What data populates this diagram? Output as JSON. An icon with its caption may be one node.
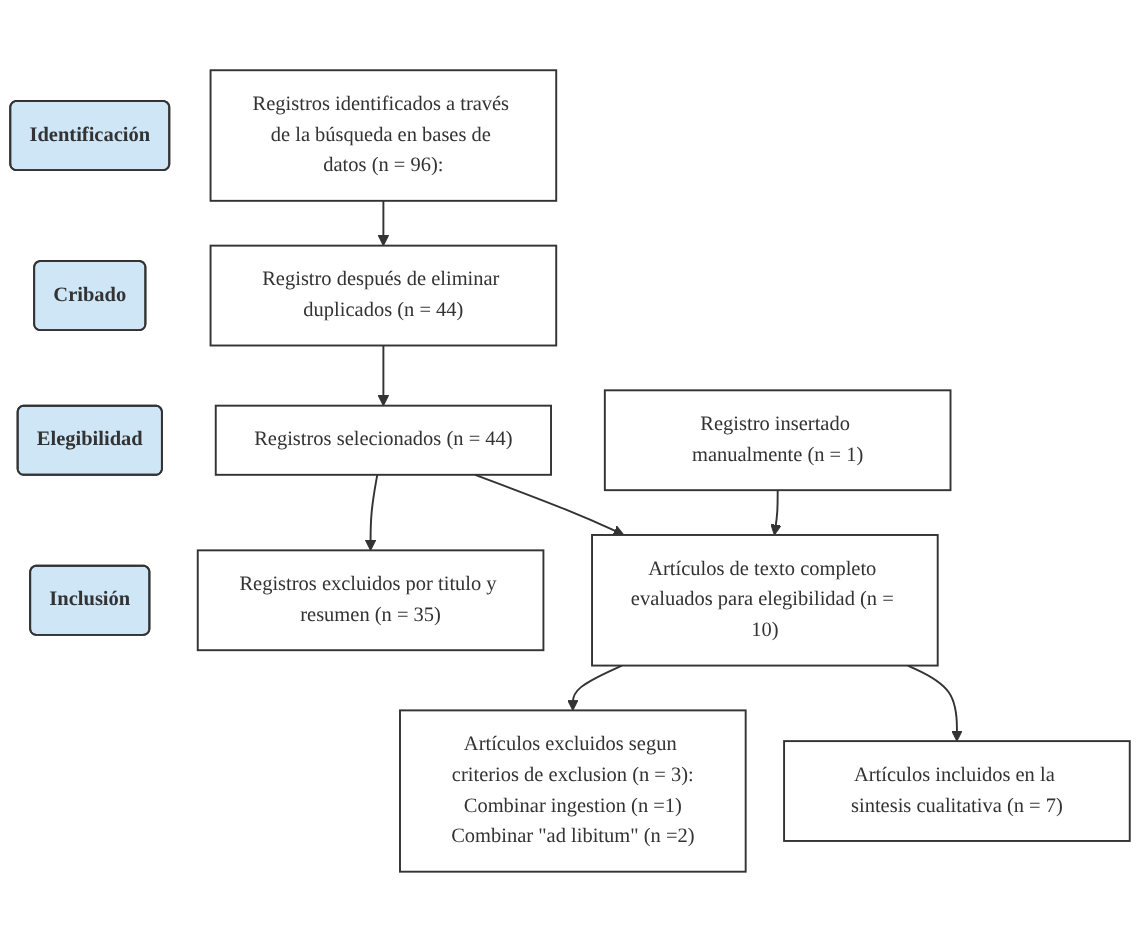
{
  "diagram": {
    "nodes": [
      {
        "text": [
          "Identificación"
        ]
      },
      {
        "text": [
          "Cribado"
        ]
      },
      {
        "text": [
          "Elegibilidad"
        ]
      },
      {
        "text": [
          "Inclusión"
        ]
      },
      {
        "text": [
          "Registros identificados a través de la búsqueda en bases de datos (n = 96):"
        ]
      },
      {
        "text": [
          "Registro después de eliminar duplicados (n = 44)"
        ]
      },
      {
        "text": [
          "Registros selecionados (n = 44)"
        ]
      },
      {
        "text": [
          "Registros excluidos por titulo y resumen (n = 35)"
        ]
      },
      {
        "text": [
          "Registro insertado manualmente (n = 1)"
        ]
      },
      {
        "text": [
          "Artículos de texto completo evaluados para elegibilidad (n = 10)"
        ]
      },
      {
        "text": [
          "Artículos excluidos segun criterios de exclusion (n = 3):",
          "Combinar ingestion (n =1)",
          "Combinar \"ad libitum\" (n =2)"
        ]
      },
      {
        "text": [
          "Artículos incluidos en la sintesis cualitativa (n = 7)"
        ]
      }
    ],
    "edges": [
      {
        "from": 4,
        "to": 5,
        "arrow": "to"
      },
      {
        "from": 5,
        "to": 6,
        "arrow": "to"
      },
      {
        "from": 6,
        "to": 7,
        "arrow": "to"
      },
      {
        "from": 6,
        "to": 9,
        "arrow": "to"
      },
      {
        "from": 8,
        "to": 9,
        "arrow": "to"
      },
      {
        "from": 9,
        "to": 10,
        "arrow": "to"
      },
      {
        "from": 9,
        "to": 11,
        "arrow": "to"
      }
    ]
  }
}
